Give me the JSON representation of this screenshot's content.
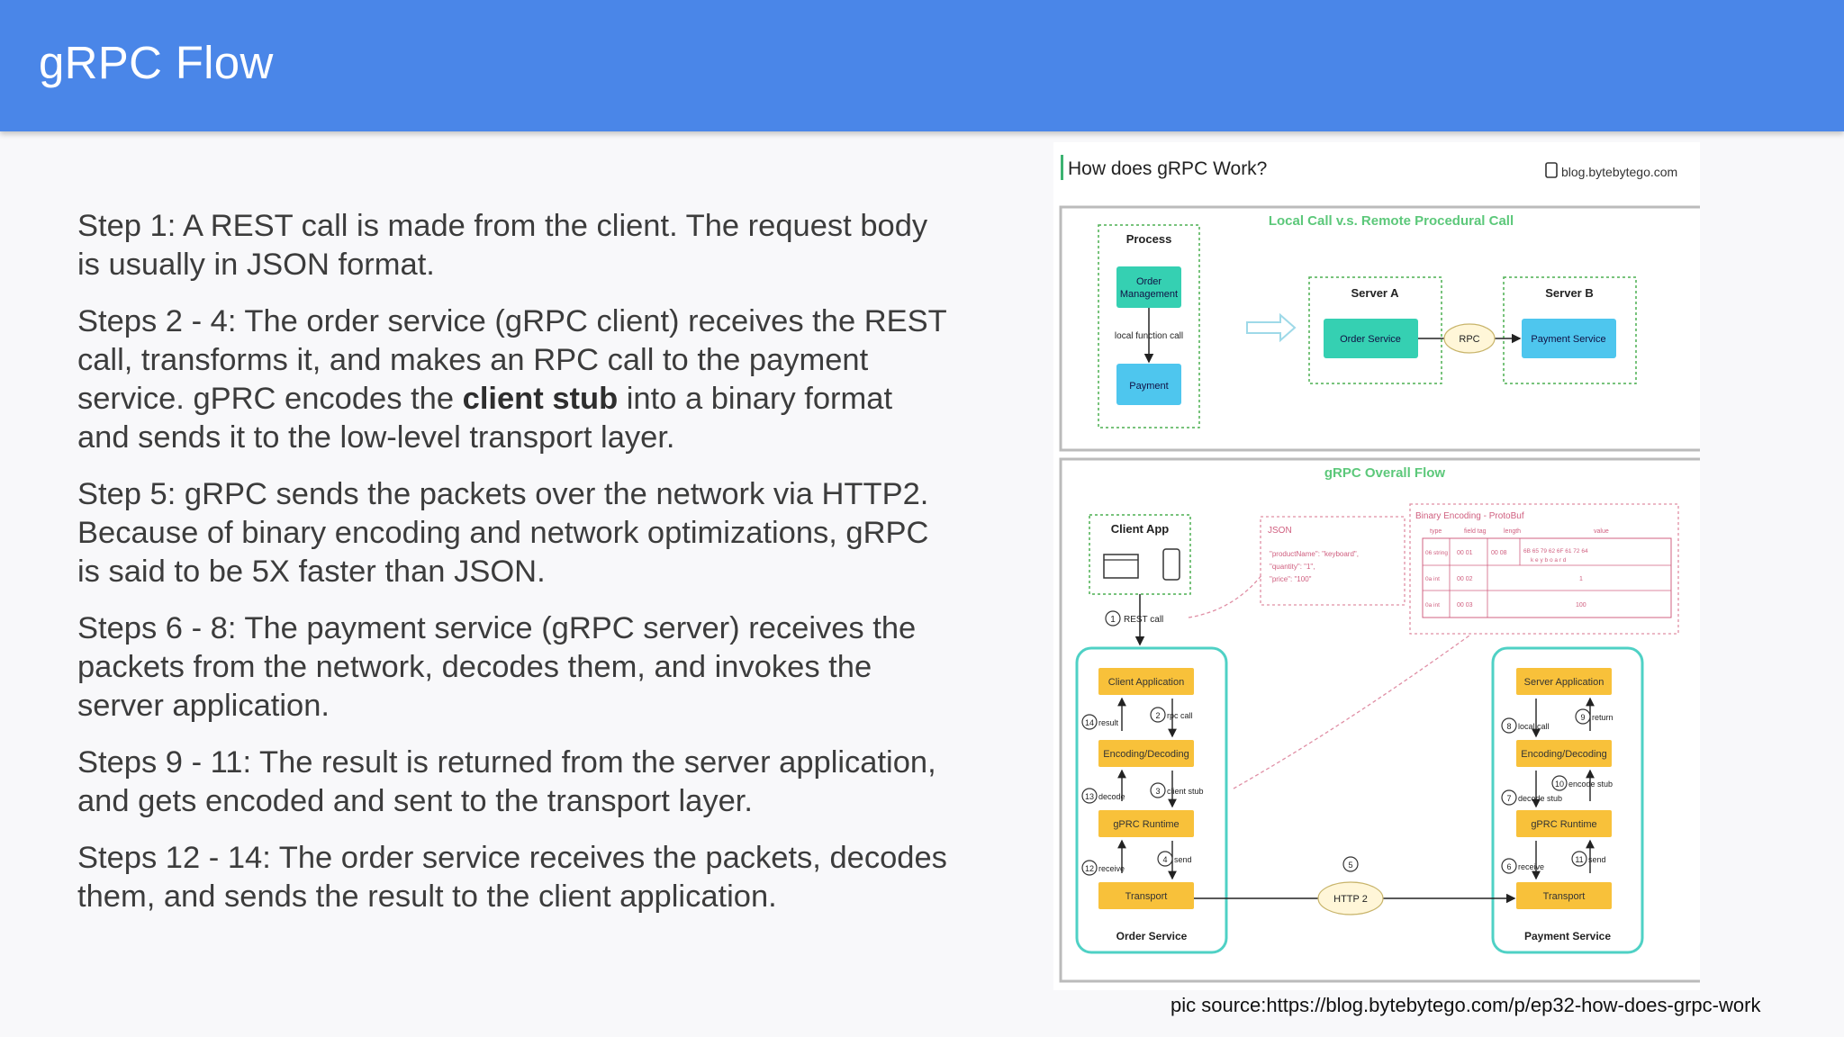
{
  "slide": {
    "title": "gRPC Flow"
  },
  "steps": [
    {
      "text": "Step 1: A REST call is made from the client. The request body is usually in JSON format."
    },
    {
      "pre": "Steps 2 - 4: The order service (gRPC client) receives the REST call, transforms it, and makes an RPC call to the payment service. gPRC encodes the ",
      "bold": "client stub",
      "post": " into a binary format and sends it to the low-level transport layer."
    },
    {
      "text": "Step 5: gRPC sends the packets over the network via HTTP2. Because of binary encoding and network optimizations, gRPC is said to be 5X faster than JSON."
    },
    {
      "text": "Steps 6 - 8: The payment service (gRPC server) receives the packets from the network, decodes them, and invokes the server application."
    },
    {
      "text": "Steps 9 - 11: The result is returned from the server application, and gets encoded and sent to the transport layer."
    },
    {
      "text": "Steps 12 - 14: The order service receives the packets, decodes them, and sends the result to the client application."
    }
  ],
  "figure": {
    "title": "How does gRPC Work?",
    "brand": "blog.bytebytego.com",
    "top_panel": {
      "heading": "Local Call v.s. Remote Procedural Call",
      "process_label": "Process",
      "order_mgmt_line1": "Order",
      "order_mgmt_line2": "Management",
      "local_call": "local function call",
      "payment": "Payment",
      "server_a": "Server A",
      "server_b": "Server B",
      "order_service": "Order Service",
      "payment_service": "Payment Service",
      "rpc": "RPC"
    },
    "bottom_panel": {
      "heading": "gRPC Overall Flow",
      "client_app": "Client App",
      "rest_call": "REST call",
      "json_title": "JSON",
      "json_line1": "\"productName\": \"keyboard\",",
      "json_line2": "\"quantity\": \"1\",",
      "json_line3": "\"price\": \"100\"",
      "binary_title": "Binary Encoding - ProtoBuf",
      "col_type": "type",
      "col_field": "field tag",
      "col_length": "length",
      "col_value": "value",
      "row1_type": "06 string",
      "row1_field": "00 01",
      "row1_length": "00 08",
      "row1_value": "6B 65 79 62 6F 61 72 64",
      "row1_chars": "k  e  y  b  o  a  r  d",
      "row2_type": "0a int",
      "row2_field": "00 02",
      "row2_value": "1",
      "row3_type": "0a int",
      "row3_field": "00 03",
      "row3_value": "100",
      "client_application": "Client Application",
      "encoding_decoding": "Encoding/Decoding",
      "grpc_runtime": "gPRC Runtime",
      "transport": "Transport",
      "order_service_label": "Order Service",
      "server_application": "Server Application",
      "payment_service_label": "Payment Service",
      "http2": "HTTP 2",
      "s1": "1",
      "s2": "2",
      "s3": "3",
      "s4": "4",
      "s5": "5",
      "s6": "6",
      "s7": "7",
      "s8": "8",
      "s9": "9",
      "s10": "10",
      "s11": "11",
      "s12": "12",
      "s13": "13",
      "s14": "14",
      "rpc_call": "rpc call",
      "result": "result",
      "client_stub": "client stub",
      "decode": "decode",
      "send": "send",
      "receive": "receive",
      "local_call": "local call",
      "return": "return",
      "encode_stub": "encode stub",
      "decode_stub": "decode stub"
    }
  },
  "caption": "pic source:https://blog.bytebytego.com/p/ep32-how-does-grpc-work"
}
